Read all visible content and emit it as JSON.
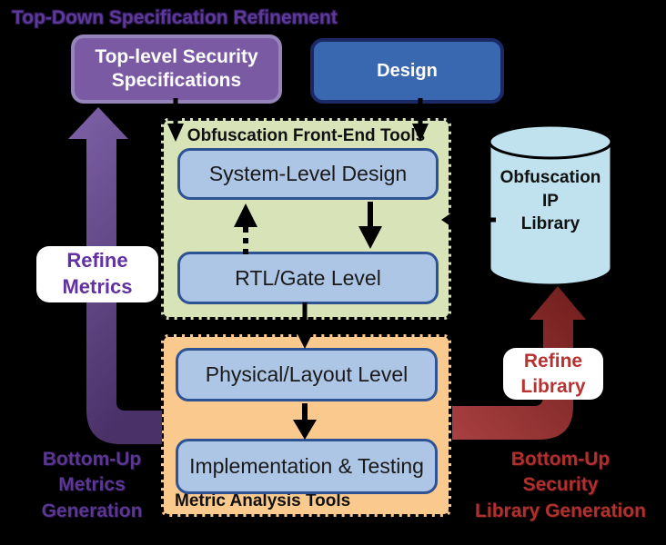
{
  "title": "Top-Down Specification Refinement",
  "top_boxes": {
    "spec_label": "Top-level Security\nSpecifications",
    "design_label": "Design"
  },
  "front_end_tools": {
    "label": "Obfuscation Front-End Tools",
    "boxes": [
      "System-Level Design",
      "RTL/Gate Level"
    ]
  },
  "metric_tools": {
    "label": "Metric Analysis Tools",
    "boxes": [
      "Physical/Layout Level",
      "Implementation & Testing"
    ]
  },
  "ip_library": {
    "label": "Obfuscation\nIP\nLibrary"
  },
  "annotations": {
    "refine_metrics": "Refine\nMetrics",
    "refine_library": "Refine\nLibrary",
    "bottom_up_metrics": "Bottom-Up\nMetrics\nGeneration",
    "bottom_up_security": "Bottom-Up\nSecurity\nLibrary Generation"
  },
  "colors": {
    "background": "#000000",
    "purple_accent": "#5c3792",
    "red_accent": "#b03030",
    "spec_box_fill": "#7a5ba3",
    "design_box_fill": "#3a68b0",
    "green_panel_fill": "#d8e4b8",
    "orange_panel_fill": "#f9c98e",
    "inner_box_fill": "#aec6e6",
    "inner_box_border": "#2e5395",
    "cylinder_fill": "#bfe2ee",
    "purple_arrow": "#6a4e96",
    "red_arrow": "#8c2626"
  }
}
